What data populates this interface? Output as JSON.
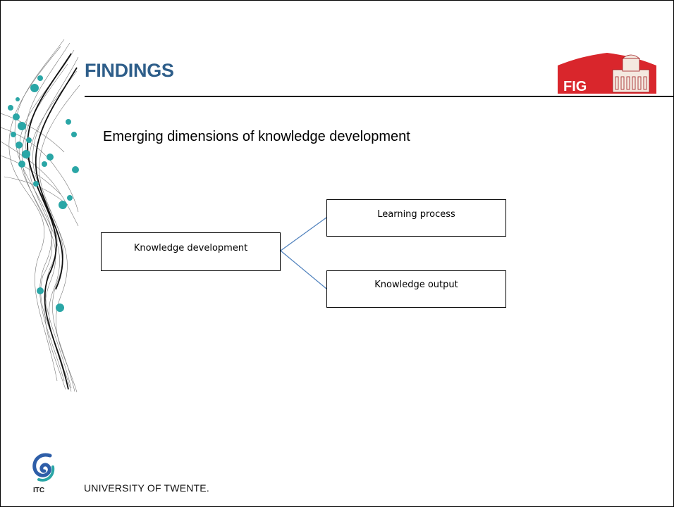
{
  "slide": {
    "title": "FINDINGS",
    "subtitle": "Emerging dimensions of knowledge development",
    "footer": "UNIVERSITY OF TWENTE.",
    "logos": [
      "fig-logo",
      "itc-logo"
    ],
    "colors": {
      "title": "#2e5e8a",
      "accent_dots": "#2aa6a6",
      "fig_red": "#d9262c"
    }
  },
  "diagram": {
    "root": "Knowledge development",
    "children": [
      "Learning process",
      "Knowledge output"
    ],
    "connector_color": "#4f81bd"
  }
}
